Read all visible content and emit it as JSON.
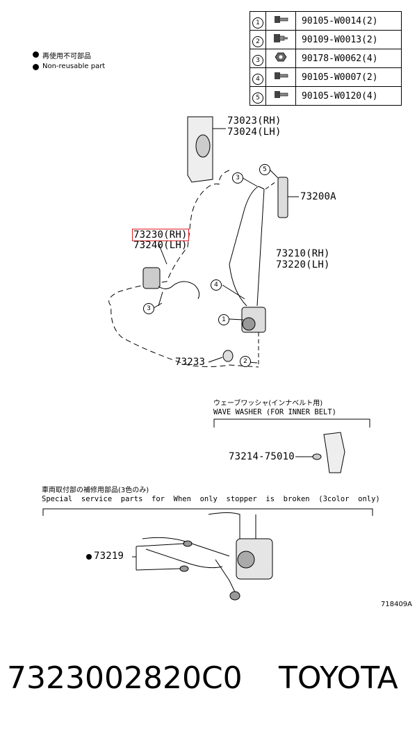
{
  "hardware_table": [
    {
      "n": "1",
      "icon": "bolt-flange-icon",
      "part": "90105-W0014(2)"
    },
    {
      "n": "2",
      "icon": "bolt-shoulder-icon",
      "part": "90109-W0013(2)"
    },
    {
      "n": "3",
      "icon": "nut-icon",
      "part": "90178-W0062(4)"
    },
    {
      "n": "4",
      "icon": "bolt-flange-icon",
      "part": "90105-W0007(2)"
    },
    {
      "n": "5",
      "icon": "bolt-flange-icon",
      "part": "90105-W0120(4)"
    }
  ],
  "legend": {
    "jp": "再使用不可部品",
    "en": "Non-reusable part"
  },
  "callouts": {
    "anchor_cover_rh": "73023(RH)",
    "anchor_cover_lh": "73024(LH)",
    "adjuster": "73200A",
    "buckle_rh": "73230(RH)",
    "buckle_lh": "73240(LH)",
    "belt_rh": "73210(RH)",
    "belt_lh": "73220(LH)",
    "stopper": "73233",
    "wave_washer_part": "73214-75010",
    "repair_part": "73219"
  },
  "circle_labels": {
    "one": "1",
    "two": "2",
    "three": "3",
    "four": "4",
    "five": "5"
  },
  "wave_washer": {
    "jp": "ウェーブワッシャ(インナベルト用)",
    "en": "WAVE WASHER (FOR INNER BELT)"
  },
  "special_parts": {
    "jp": "車両取付部の補修用部品(3色のみ)",
    "en": "Special  service  parts  for  When  only  stopper  is  broken  (3color  only)"
  },
  "illustration_code": "718409A",
  "footer": {
    "part_number": "7323002820C0",
    "brand": "TOYOTA"
  },
  "colors": {
    "highlight": "#e0191f",
    "line": "#000000"
  }
}
